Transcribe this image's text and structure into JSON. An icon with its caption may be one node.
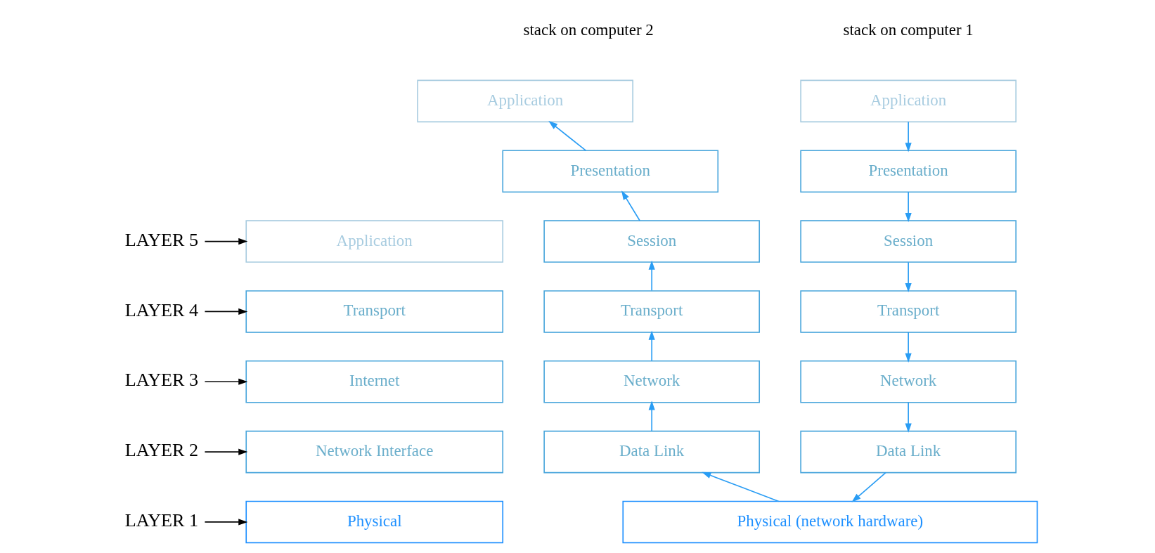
{
  "diagram": {
    "nodes": [
      {
        "text": [
          "Application"
        ]
      },
      {
        "text": [
          "Presentation"
        ]
      },
      {
        "text": [
          "Session"
        ]
      },
      {
        "text": [
          "Transport"
        ]
      },
      {
        "text": [
          "Network"
        ]
      },
      {
        "text": [
          "Data Link"
        ]
      },
      {
        "text": [
          "Application"
        ]
      },
      {
        "text": [
          "Presentation"
        ]
      },
      {
        "text": [
          "Session"
        ]
      },
      {
        "text": [
          "Transport"
        ]
      },
      {
        "text": [
          "Network"
        ]
      },
      {
        "text": [
          "Data Link"
        ]
      },
      {
        "text": [
          "Physical (network hardware)"
        ]
      },
      {
        "text": [
          "Application"
        ]
      },
      {
        "text": [
          "Transport"
        ]
      },
      {
        "text": [
          "Internet"
        ]
      },
      {
        "text": [
          "Network Interface"
        ]
      },
      {
        "text": [
          "Physical"
        ]
      },
      {
        "text": [
          "LAYER 5"
        ]
      },
      {
        "text": [
          "LAYER 4"
        ]
      },
      {
        "text": [
          "LAYER 3"
        ]
      },
      {
        "text": [
          "LAYER 2"
        ]
      },
      {
        "text": [
          "LAYER 1"
        ]
      }
    ],
    "edges": [
      {
        "from": 0,
        "to": 1,
        "arrow": "to"
      },
      {
        "from": 1,
        "to": 2,
        "arrow": "to"
      },
      {
        "from": 2,
        "to": 3,
        "arrow": "to"
      },
      {
        "from": 3,
        "to": 4,
        "arrow": "to"
      },
      {
        "from": 4,
        "to": 5,
        "arrow": "to"
      },
      {
        "from": 5,
        "to": 12,
        "arrow": "to"
      },
      {
        "from": 12,
        "to": 11,
        "arrow": "to"
      },
      {
        "from": 11,
        "to": 10,
        "arrow": "to"
      },
      {
        "from": 10,
        "to": 9,
        "arrow": "to"
      },
      {
        "from": 9,
        "to": 8,
        "arrow": "to"
      },
      {
        "from": 8,
        "to": 7,
        "arrow": "to"
      },
      {
        "from": 7,
        "to": 6,
        "arrow": "to"
      },
      {
        "from": 18,
        "to": 13,
        "arrow": "to",
        "color": "#000000"
      },
      {
        "from": 19,
        "to": 14,
        "arrow": "to",
        "color": "#000000"
      },
      {
        "from": 20,
        "to": 15,
        "arrow": "to",
        "color": "#000000"
      },
      {
        "from": 21,
        "to": 16,
        "arrow": "to",
        "color": "#000000"
      },
      {
        "from": 22,
        "to": 17,
        "arrow": "to",
        "color": "#000000"
      }
    ],
    "labels": [
      "stack on computer 1",
      "stack on computer 2"
    ]
  }
}
